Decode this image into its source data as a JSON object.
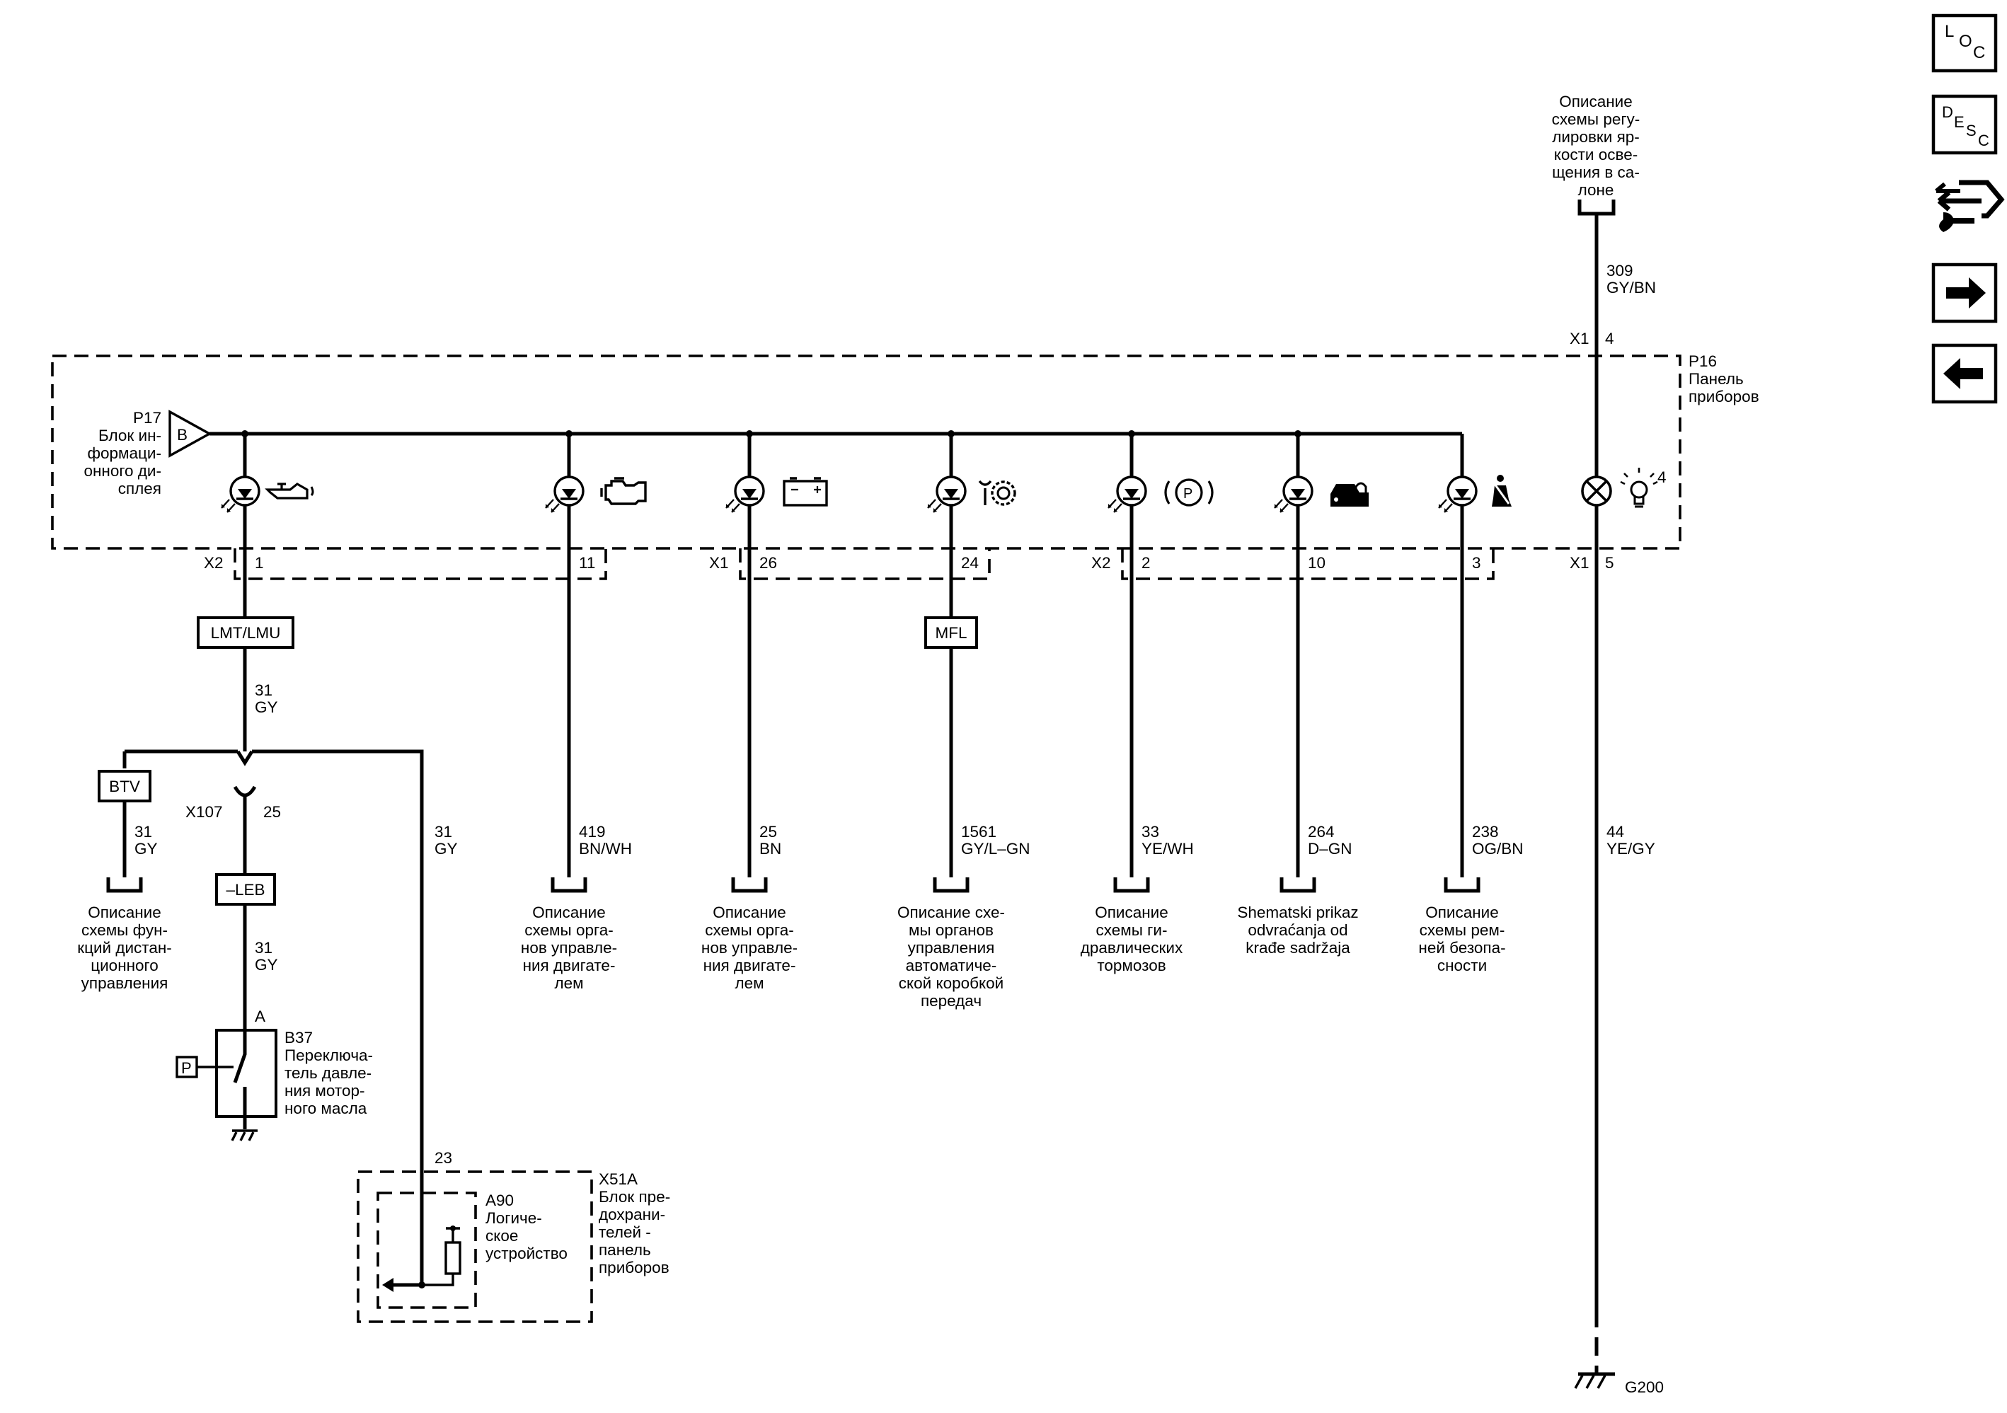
{
  "nav": {
    "loc_letters": [
      "L",
      "O",
      "C"
    ],
    "desc_letters": [
      "D",
      "E",
      "S",
      "C"
    ],
    "icons": [
      "connector-end-view-icon",
      "arrow-right-icon",
      "arrow-left-icon"
    ]
  },
  "top": {
    "text": [
      "Описание",
      "схемы регу-",
      "лировки яр-",
      "кости осве-",
      "щения в са-",
      "лоне"
    ],
    "wire": [
      "309",
      "GY/BN"
    ],
    "conn": "X1",
    "pin": "4"
  },
  "p16": {
    "text": [
      "P16",
      "Панель",
      "приборов"
    ]
  },
  "p17": {
    "text": [
      "P17",
      "Блок ин-",
      "формаци-",
      "онного ди-",
      "сплея"
    ],
    "letter": "B"
  },
  "conns": [
    {
      "conn": "X2",
      "pin": "1"
    },
    {
      "pin": "11"
    },
    {
      "conn": "X1",
      "pin": "26"
    },
    {
      "pin": "24"
    },
    {
      "conn": "X2",
      "pin": "2"
    },
    {
      "pin": "10"
    },
    {
      "pin": "3"
    },
    {
      "conn": "X1",
      "pin": "5"
    }
  ],
  "lamp_num": "4",
  "boxes": {
    "lmt": "LMT/LMU",
    "mfl": "MFL",
    "btv": "BTV",
    "leb": "–LEB"
  },
  "wires": [
    [
      "31",
      "GY"
    ],
    [
      "31",
      "GY"
    ],
    [
      "31",
      "GY"
    ],
    [
      "31",
      "GY"
    ],
    [
      "419",
      "BN/WH"
    ],
    [
      "25",
      "BN"
    ],
    [
      "1561",
      "GY/L–GN"
    ],
    [
      "33",
      "YE/WH"
    ],
    [
      "264",
      "D–GN"
    ],
    [
      "238",
      "OG/BN"
    ],
    [
      "44",
      "YE/GY"
    ]
  ],
  "splice": {
    "name": "X107",
    "pin": "25"
  },
  "refs": [
    [
      "Описание",
      "схемы фун-",
      "кций дистан-",
      "ционного",
      "управления"
    ],
    [
      "Описание",
      "схемы орга-",
      "нов управле-",
      "ния двигате-",
      "лем"
    ],
    [
      "Описание",
      "схемы орга-",
      "нов управле-",
      "ния двигате-",
      "лем"
    ],
    [
      "Описание схе-",
      "мы органов",
      "управления",
      "автоматиче-",
      "ской коробкой",
      "передач"
    ],
    [
      "Описание",
      "схемы ги-",
      "дравлических",
      "тормозов"
    ],
    [
      "Shematski prikaz",
      "odvraćanja od",
      "krađe sadržaja"
    ],
    [
      "Описание",
      "схемы рем-",
      "ней безопа-",
      "сности"
    ]
  ],
  "b37": {
    "pin": "A",
    "text": [
      "B37",
      "Переключа-",
      "тель давле-",
      "ния мотор-",
      "ного масла"
    ],
    "p_symbol": "P"
  },
  "x51a": {
    "pin": "23",
    "text": [
      "X51A",
      "Блок пре-",
      "дохрани-",
      "телей -",
      "панель",
      "приборов"
    ]
  },
  "a90": {
    "text": [
      "A90",
      "Логиче-",
      "ское",
      "устройство"
    ]
  },
  "ground": "G200"
}
